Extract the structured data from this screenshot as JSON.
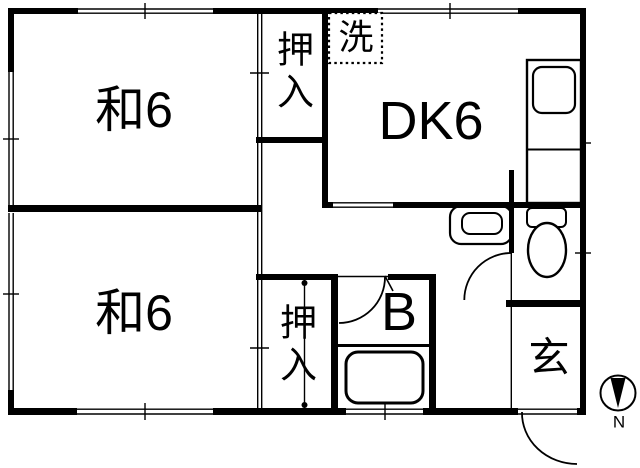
{
  "rooms": {
    "washitsu_top": {
      "label": "和6"
    },
    "closet_top": {
      "label": "押入"
    },
    "laundry": {
      "label": "洗"
    },
    "dining_kitchen": {
      "label": "DK6"
    },
    "washitsu_bottom": {
      "label": "和6"
    },
    "closet_bottom": {
      "label": "押入"
    },
    "bath": {
      "label": "B"
    },
    "entrance": {
      "label": "玄"
    }
  },
  "compass": {
    "north_label": "N"
  },
  "colors": {
    "line": "#000000",
    "background": "#ffffff"
  }
}
